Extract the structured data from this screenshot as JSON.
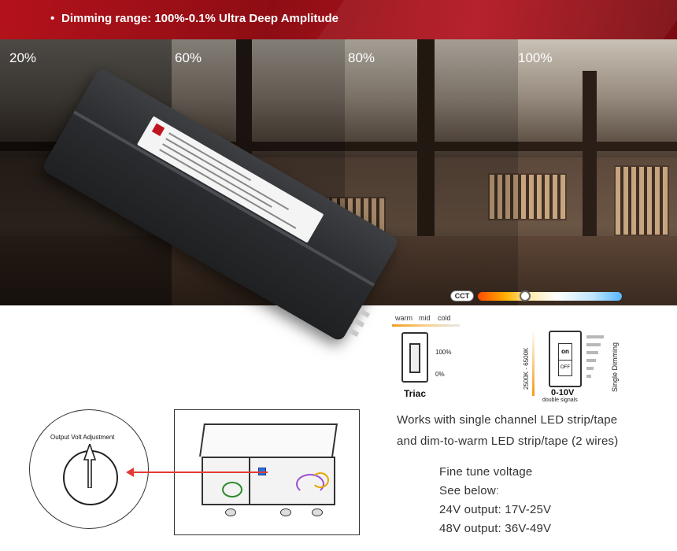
{
  "banner": {
    "text": "Dimming range: 100%-0.1% Ultra Deep Amplitude"
  },
  "photo": {
    "dim_levels": [
      "20%",
      "60%",
      "80%",
      "100%"
    ]
  },
  "cct": {
    "tag": "CCT"
  },
  "triac_panel": {
    "warm": "warm",
    "mid": "mid",
    "cold": "cold",
    "max": "100%",
    "min": "0%",
    "title": "Triac"
  },
  "zero_ten_panel": {
    "cct_range": "2500K - 6500K",
    "on": "on",
    "off": "OFF",
    "title": "0-10V",
    "subtitle": "double signals",
    "single_dimming": "Single Dimming"
  },
  "info": {
    "line1": "Works with single channel LED strip/tape",
    "line2": "and dim-to-warm LED strip/tape (2 wires)"
  },
  "spec": {
    "heading": "Fine tune voltage",
    "see_below": "See belowː",
    "v24": "24V output: 17V-25V",
    "v48": "48V output: 36V-49V"
  },
  "knob": {
    "title": "Output Volt Adjustment"
  },
  "colors": {
    "banner": "#b4121b",
    "arrow": "#e53935",
    "accent_warm": "#f39b1c"
  }
}
